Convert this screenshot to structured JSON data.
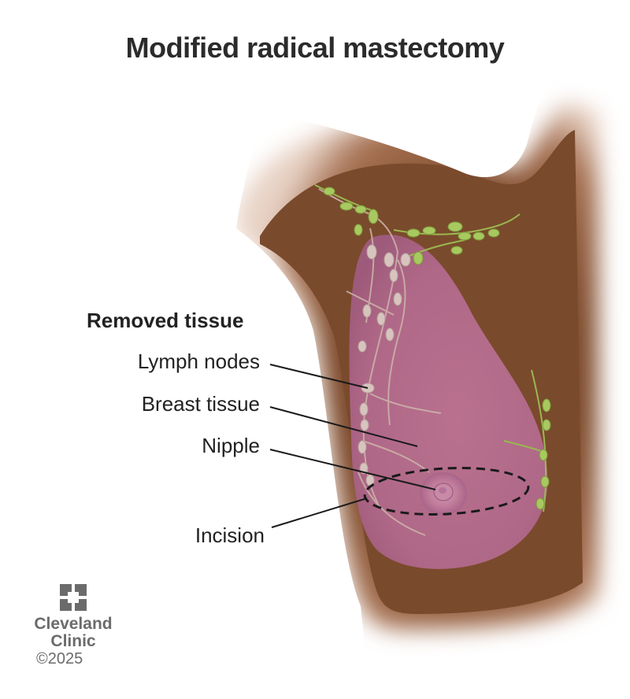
{
  "title": "Modified radical mastectomy",
  "legend": {
    "heading": "Removed tissue",
    "items": [
      {
        "key": "lymph_nodes",
        "label": "Lymph nodes"
      },
      {
        "key": "breast_tissue",
        "label": "Breast tissue"
      },
      {
        "key": "nipple",
        "label": "Nipple"
      },
      {
        "key": "incision",
        "label": "Incision"
      }
    ]
  },
  "logo": {
    "name_line1": "Cleveland",
    "name_line2": "Clinic",
    "copyright": "©2025"
  },
  "colors": {
    "skin": "#7a4a2c",
    "breast_tissue": "#b8708e",
    "lymph_nodes": "#a8c860",
    "nipple": "#c88aa6",
    "text": "#222222",
    "logo_gray": "#6b6b6b"
  }
}
